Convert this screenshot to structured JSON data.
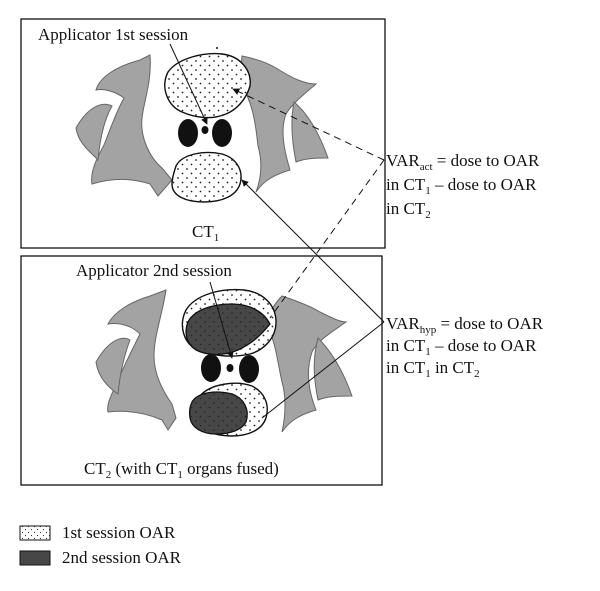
{
  "panel1": {
    "applicator_label": "Applicator 1st session",
    "ct_base": "CT",
    "ct_sub": "1"
  },
  "panel2": {
    "applicator_label": "Applicator 2nd session",
    "caption_ct": "CT",
    "caption_sub1": "2",
    "caption_mid": " (with CT",
    "caption_sub2": "1",
    "caption_end": " organs fused)"
  },
  "annotation_act": {
    "var": "VAR",
    "sub": "act",
    "line1_rest": " = dose to OAR",
    "line2_a": "in CT",
    "line2_sub": "1",
    "line2_b": " – dose to OAR",
    "line3_a": "in CT",
    "line3_sub": "2"
  },
  "annotation_hyp": {
    "var": "VAR",
    "sub": "hyp",
    "line1_rest": " = dose to OAR",
    "line2_a": "in CT",
    "line2_sub": "1",
    "line2_b": " – dose to OAR",
    "line3_a": "in CT",
    "line3_sub": "1",
    "line3_b": " in CT",
    "line3_sub2": "2"
  },
  "legend": {
    "first": "1st session OAR",
    "second": "2nd session OAR"
  },
  "colors": {
    "bone_gray": "#a3a3a3",
    "dark_oar": "#444444",
    "outline": "#111111"
  }
}
